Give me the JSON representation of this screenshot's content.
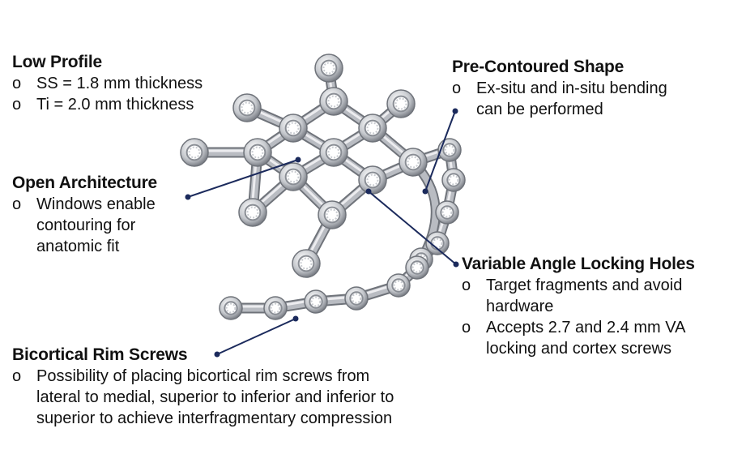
{
  "callouts": {
    "low_profile": {
      "heading": "Low Profile",
      "items": [
        {
          "bullet": "o",
          "lines": [
            "SS = 1.8 mm thickness"
          ]
        },
        {
          "bullet": "o",
          "lines": [
            "Ti = 2.0 mm thickness"
          ]
        }
      ]
    },
    "pre_contoured": {
      "heading": "Pre-Contoured Shape",
      "items": [
        {
          "bullet": "o",
          "lines": [
            "Ex-situ and in-situ bending",
            "can be performed"
          ]
        }
      ]
    },
    "open_architecture": {
      "heading": "Open Architecture",
      "items": [
        {
          "bullet": "o",
          "lines": [
            "Windows enable",
            "contouring for",
            "anatomic fit"
          ]
        }
      ]
    },
    "variable_angle": {
      "heading": "Variable Angle Locking Holes",
      "items": [
        {
          "bullet": "o",
          "lines": [
            "Target fragments and avoid",
            "hardware"
          ]
        },
        {
          "bullet": "o",
          "lines": [
            "Accepts 2.7 and 2.4 mm VA",
            "locking and cortex screws"
          ]
        }
      ]
    },
    "bicortical": {
      "heading": "Bicortical Rim Screws",
      "items": [
        {
          "bullet": "o",
          "lines": [
            "Possibility of placing bicortical rim screws from",
            "lateral to medial, superior to inferior and inferior to",
            "superior to achieve interfragmentary compression"
          ]
        }
      ]
    }
  },
  "colors": {
    "leader": "#1b2a5c",
    "metal_light": "#f2f2f4",
    "metal_mid": "#b9bcc2",
    "metal_dark": "#6f737a"
  },
  "icons": {
    "bullet": "hollow-circle-bullet",
    "leader_end": "filled-dot"
  }
}
